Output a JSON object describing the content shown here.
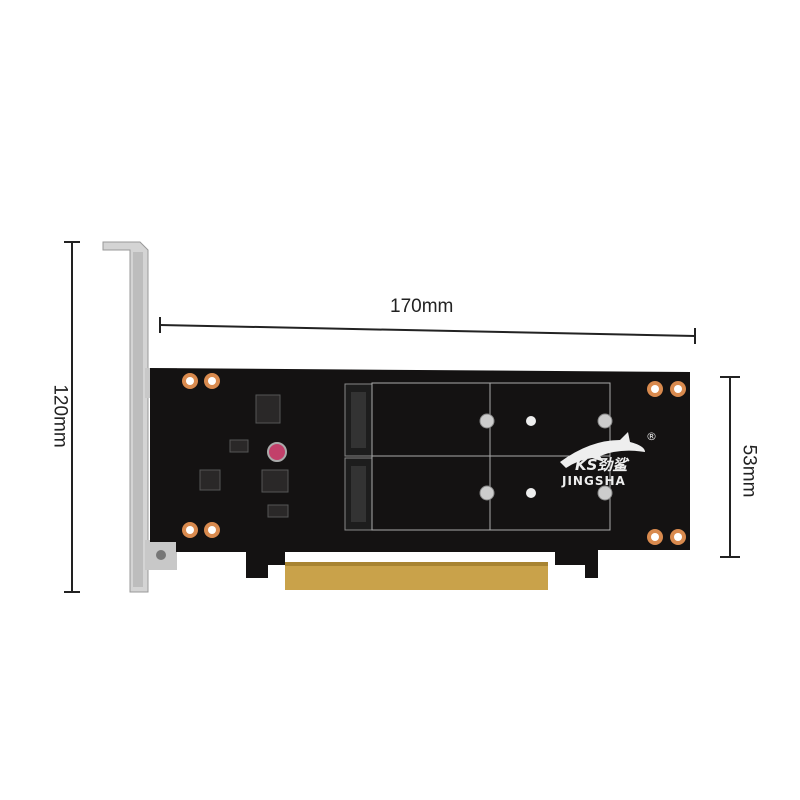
{
  "dimensions": {
    "length": "170mm",
    "height": "120mm",
    "board_height": "53mm"
  },
  "product": {
    "brand_logo": "KS劲鲨",
    "brand_name": "JINGSHA",
    "registered_mark": "®",
    "board_color": "#141212",
    "gold_finger_color": "#c9a24a",
    "pad_color": "#d98a4e"
  }
}
